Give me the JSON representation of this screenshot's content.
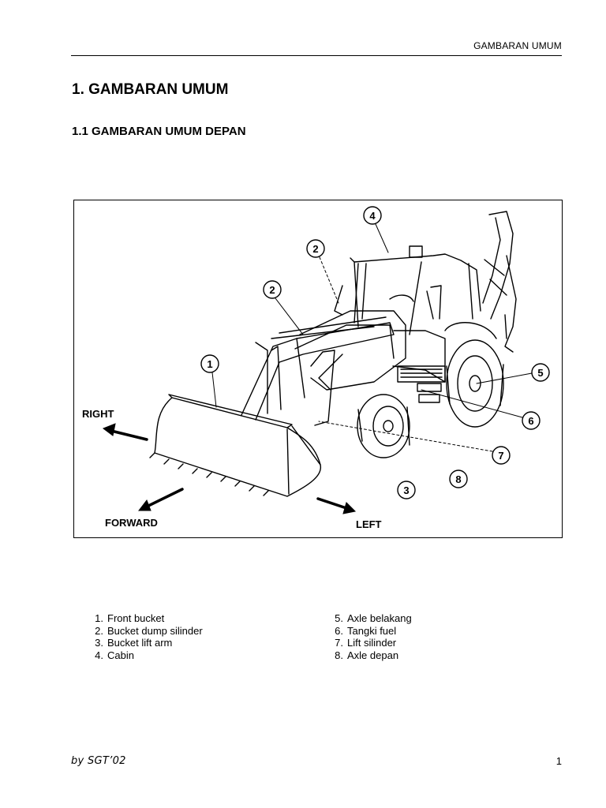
{
  "header": {
    "running_title": "GAMBARAN UMUM"
  },
  "section": {
    "title": "1.  GAMBARAN UMUM",
    "subtitle": "1.1  GAMBARAN UMUM DEPAN"
  },
  "figure": {
    "directions": {
      "right": "RIGHT",
      "forward": "FORWARD",
      "left": "LEFT"
    },
    "callouts": [
      "1",
      "2",
      "2",
      "3",
      "4",
      "5",
      "6",
      "7",
      "8"
    ]
  },
  "legend": {
    "left": [
      {
        "num": "1.",
        "label": "Front bucket"
      },
      {
        "num": "2.",
        "label": "Bucket dump silinder"
      },
      {
        "num": "3.",
        "label": "Bucket lift arm"
      },
      {
        "num": "4.",
        "label": "Cabin"
      }
    ],
    "right": [
      {
        "num": "5.",
        "label": "Axle belakang"
      },
      {
        "num": "6.",
        "label": "Tangki fuel"
      },
      {
        "num": "7.",
        "label": "Lift silinder"
      },
      {
        "num": "8.",
        "label": "Axle depan"
      }
    ]
  },
  "footer": {
    "author": "by SGT’02",
    "page_number": "1"
  }
}
